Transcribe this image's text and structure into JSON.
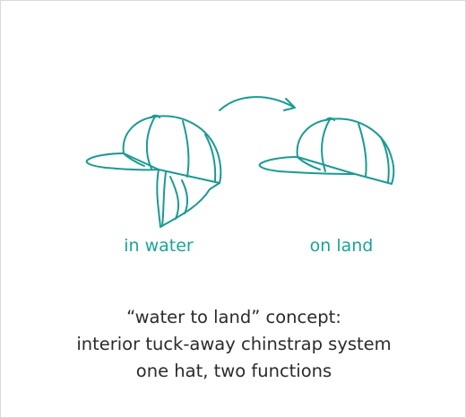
{
  "diagram": {
    "labels": {
      "before": "in water",
      "after": "on land"
    },
    "caption": {
      "line1": "“water to land” concept:",
      "line2": "interior tuck-away chinstrap system",
      "line3": "one hat, two functions"
    },
    "arrow_icon": "curved-arrow-right",
    "colors": {
      "accent": "#1aa39a",
      "line_art": "#1b9a93",
      "caption_text": "#2b2b2b",
      "border": "#d9d9d9"
    }
  }
}
